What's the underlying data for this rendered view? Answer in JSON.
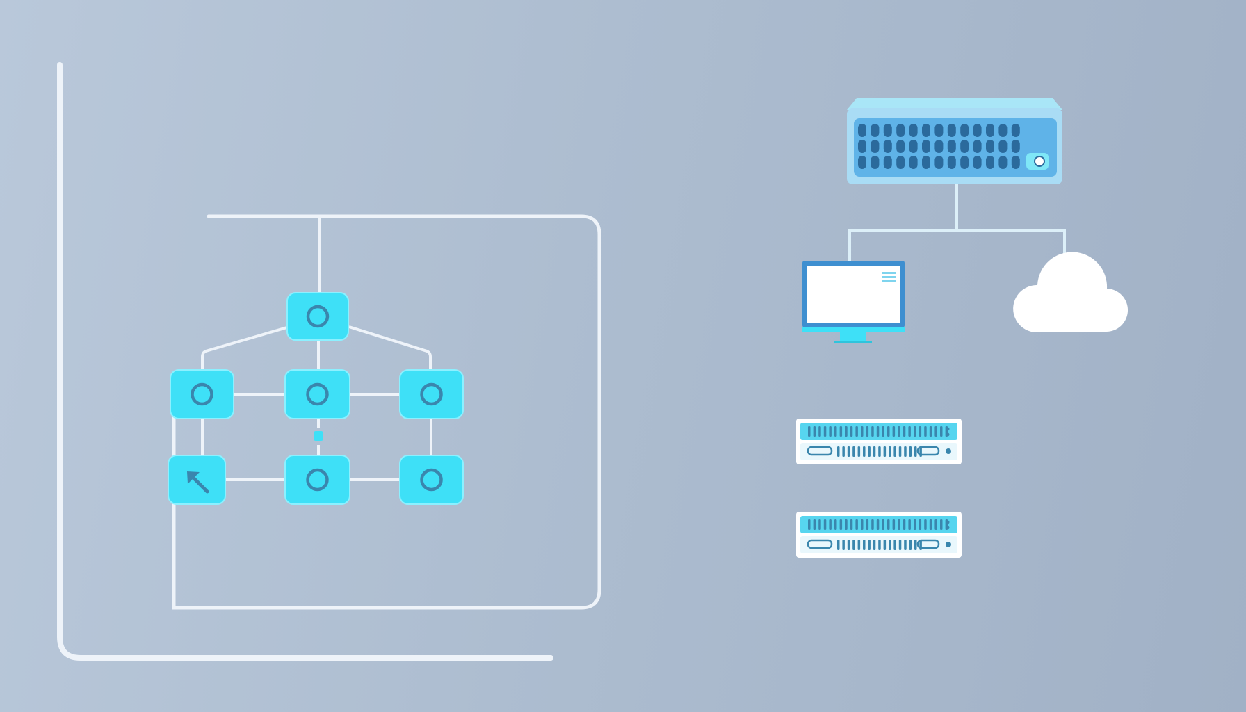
{
  "colors": {
    "background": "#adbdd0",
    "line": "#eef3f9",
    "connector": "#dceff8",
    "node_fill": "#3ee0f7",
    "node_border": "#8cf0ff",
    "node_icon": "#3a86ad",
    "switch_body": "#5fb3e8",
    "switch_top": "#a9e6f7",
    "switch_port": "#2b6a9c",
    "monitor_frame": "#3e8fd0",
    "monitor_screen": "#ffffff",
    "cloud": "#ffffff",
    "server_fill": "#57d5ef",
    "server_frame": "#ffffff"
  },
  "graph": {
    "nodes": [
      {
        "id": "node-top",
        "icon": "circle-icon"
      },
      {
        "id": "node-mid-left",
        "icon": "circle-icon"
      },
      {
        "id": "node-mid-center",
        "icon": "circle-icon"
      },
      {
        "id": "node-mid-right",
        "icon": "circle-icon"
      },
      {
        "id": "node-bottom-left",
        "icon": "cursor-arrow-icon"
      },
      {
        "id": "node-bottom-center",
        "icon": "circle-icon"
      },
      {
        "id": "node-bottom-right",
        "icon": "circle-icon"
      }
    ]
  },
  "network": {
    "switch_icon": "network-switch-icon",
    "monitor_icon": "monitor-icon",
    "cloud_icon": "cloud-icon",
    "server_icon": "rack-server-icon",
    "server_count": 2
  }
}
